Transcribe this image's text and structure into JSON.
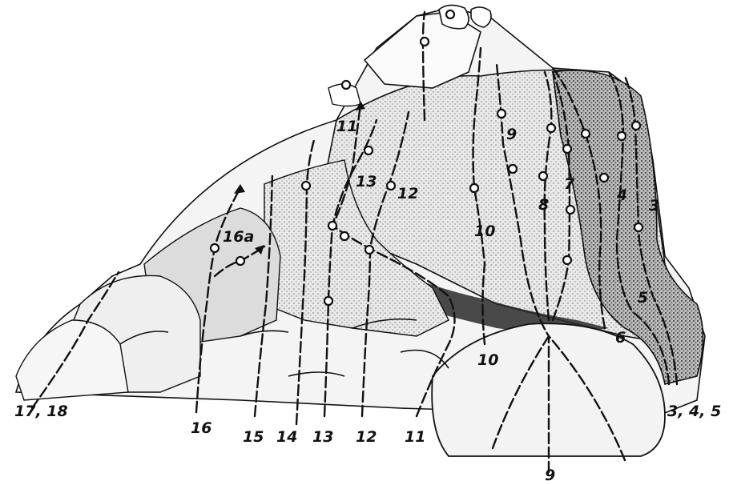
{
  "diagram": {
    "route_labels_bottom": [
      "17, 18",
      "16",
      "15",
      "14",
      "13",
      "12",
      "11",
      "9",
      "3, 4, 5"
    ],
    "route_labels_face": [
      "16a",
      "11",
      "13",
      "12",
      "9",
      "10",
      "10",
      "8",
      "7",
      "4",
      "3",
      "5",
      "6"
    ]
  },
  "colors": {
    "ink": "#111111",
    "rock_light": "#f2f2f2",
    "rock_shade": "#9a9a9a",
    "background": "#ffffff"
  }
}
